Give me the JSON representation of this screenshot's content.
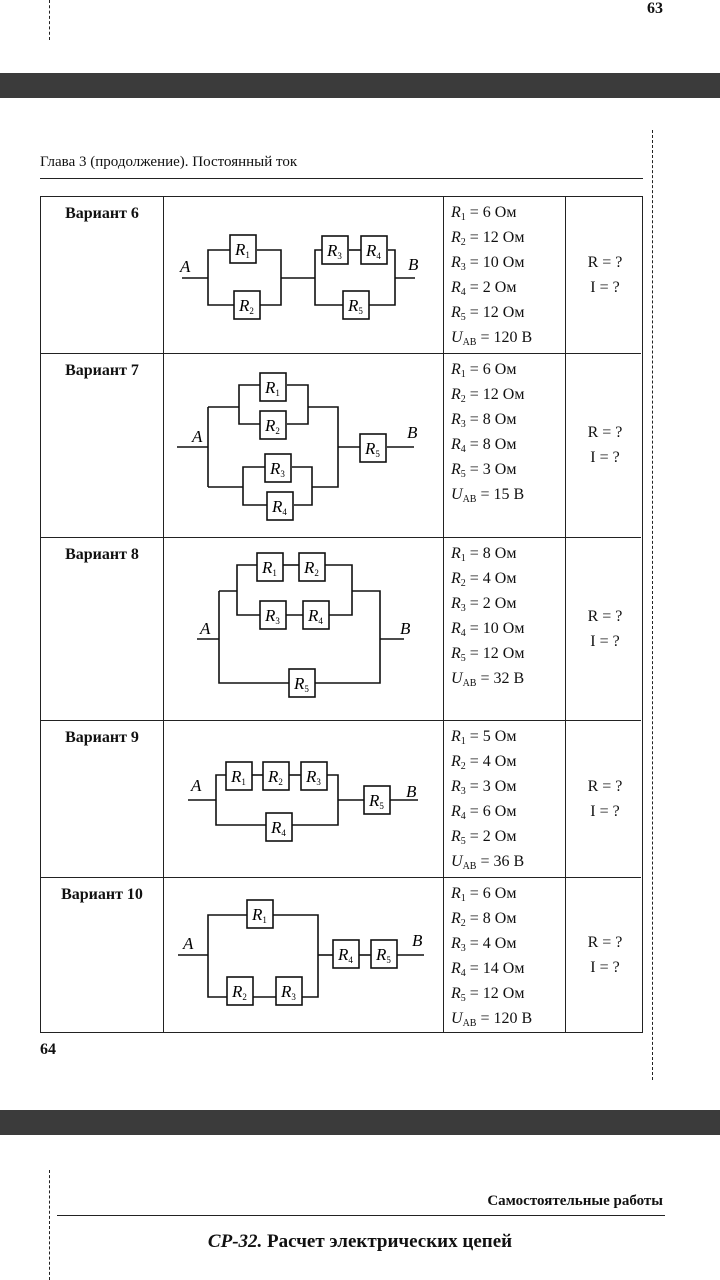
{
  "page_top": {
    "page_number": "63"
  },
  "page_middle": {
    "header": "Глава 3 (продолжение). Постоянный ток",
    "page_number": "64",
    "variants": [
      {
        "title": "Вариант 6",
        "params": [
          {
            "sym": "R",
            "sub": "1",
            "val": " = 6 Ом"
          },
          {
            "sym": "R",
            "sub": "2",
            "val": " = 12 Ом"
          },
          {
            "sym": "R",
            "sub": "3",
            "val": " = 10 Ом"
          },
          {
            "sym": "R",
            "sub": "4",
            "val": " = 2 Ом"
          },
          {
            "sym": "R",
            "sub": "5",
            "val": " = 12 Ом"
          },
          {
            "sym": "U",
            "sub": "AB",
            "val": " = 120 В"
          }
        ],
        "questions": [
          "R = ?",
          "I = ?"
        ]
      },
      {
        "title": "Вариант 7",
        "params": [
          {
            "sym": "R",
            "sub": "1",
            "val": " = 6 Ом"
          },
          {
            "sym": "R",
            "sub": "2",
            "val": " = 12 Ом"
          },
          {
            "sym": "R",
            "sub": "3",
            "val": " = 8 Ом"
          },
          {
            "sym": "R",
            "sub": "4",
            "val": " = 8 Ом"
          },
          {
            "sym": "R",
            "sub": "5",
            "val": " = 3 Ом"
          },
          {
            "sym": "U",
            "sub": "AB",
            "val": " = 15 В"
          }
        ],
        "questions": [
          "R = ?",
          "I = ?"
        ]
      },
      {
        "title": "Вариант 8",
        "params": [
          {
            "sym": "R",
            "sub": "1",
            "val": " = 8 Ом"
          },
          {
            "sym": "R",
            "sub": "2",
            "val": " = 4 Ом"
          },
          {
            "sym": "R",
            "sub": "3",
            "val": " = 2 Ом"
          },
          {
            "sym": "R",
            "sub": "4",
            "val": " = 10 Ом"
          },
          {
            "sym": "R",
            "sub": "5",
            "val": " = 12 Ом"
          },
          {
            "sym": "U",
            "sub": "AB",
            "val": " = 32 В"
          }
        ],
        "questions": [
          "R = ?",
          "I = ?"
        ]
      },
      {
        "title": "Вариант 9",
        "params": [
          {
            "sym": "R",
            "sub": "1",
            "val": " = 5 Ом"
          },
          {
            "sym": "R",
            "sub": "2",
            "val": " = 4 Ом"
          },
          {
            "sym": "R",
            "sub": "3",
            "val": " = 3 Ом"
          },
          {
            "sym": "R",
            "sub": "4",
            "val": " = 6 Ом"
          },
          {
            "sym": "R",
            "sub": "5",
            "val": " = 2 Ом"
          },
          {
            "sym": "U",
            "sub": "AB",
            "val": " = 36 В"
          }
        ],
        "questions": [
          "R = ?",
          "I = ?"
        ]
      },
      {
        "title": "Вариант 10",
        "params": [
          {
            "sym": "R",
            "sub": "1",
            "val": " = 6 Ом"
          },
          {
            "sym": "R",
            "sub": "2",
            "val": " = 8 Ом"
          },
          {
            "sym": "R",
            "sub": "3",
            "val": " = 4 Ом"
          },
          {
            "sym": "R",
            "sub": "4",
            "val": " = 14 Ом"
          },
          {
            "sym": "R",
            "sub": "5",
            "val": " = 12 Ом"
          },
          {
            "sym": "U",
            "sub": "AB",
            "val": " = 120 В"
          }
        ],
        "questions": [
          "R = ?",
          "I = ?"
        ]
      }
    ],
    "circuit": {
      "node_a": "A",
      "node_b": "B",
      "resistor_symbol": "R",
      "resistor_subs": [
        "1",
        "2",
        "3",
        "4",
        "5"
      ]
    }
  },
  "page_bottom": {
    "running_head": "Самостоятельные работы",
    "title_code": "СР-32.",
    "title_text": " Расчет электрических цепей"
  }
}
